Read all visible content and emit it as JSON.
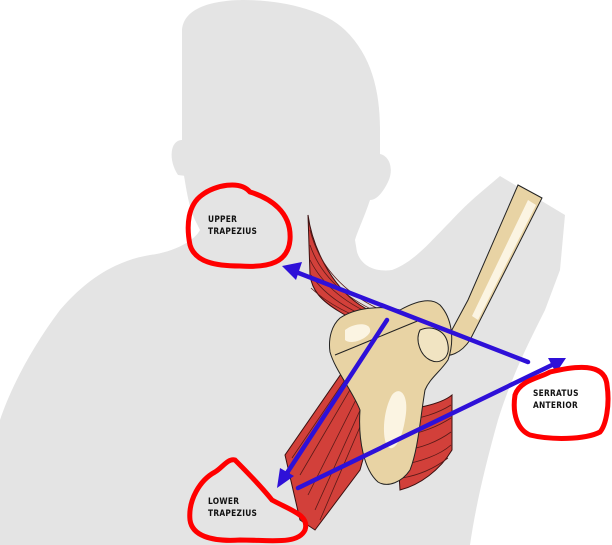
{
  "diagram": {
    "subject": "Scapular muscles – back view of shoulder",
    "colors": {
      "background": "#ffffff",
      "silhouette": "#e4e4e4",
      "muscle": "#d2403a",
      "muscle_lines": "#5a1a18",
      "bone": "#e8d3a4",
      "bone_highlight": "#fbf4e2",
      "arrow": "#2e10d8",
      "annotation_circle": "#ff0000",
      "label_text": "#111111"
    },
    "labels": [
      {
        "id": "upper-trapezius",
        "line1": "Upper",
        "line2": "Trapezius"
      },
      {
        "id": "serratus-anterior",
        "line1": "Serratus",
        "line2": "Anterior"
      },
      {
        "id": "lower-trapezius",
        "line1": "Lower",
        "line2": "Trapezius"
      }
    ],
    "arrows": [
      {
        "from": "serratus-anterior",
        "to": "upper-trapezius"
      },
      {
        "from": "lower-trapezius",
        "to": "serratus-anterior"
      },
      {
        "from": "scapula",
        "to": "lower-trapezius"
      }
    ]
  }
}
